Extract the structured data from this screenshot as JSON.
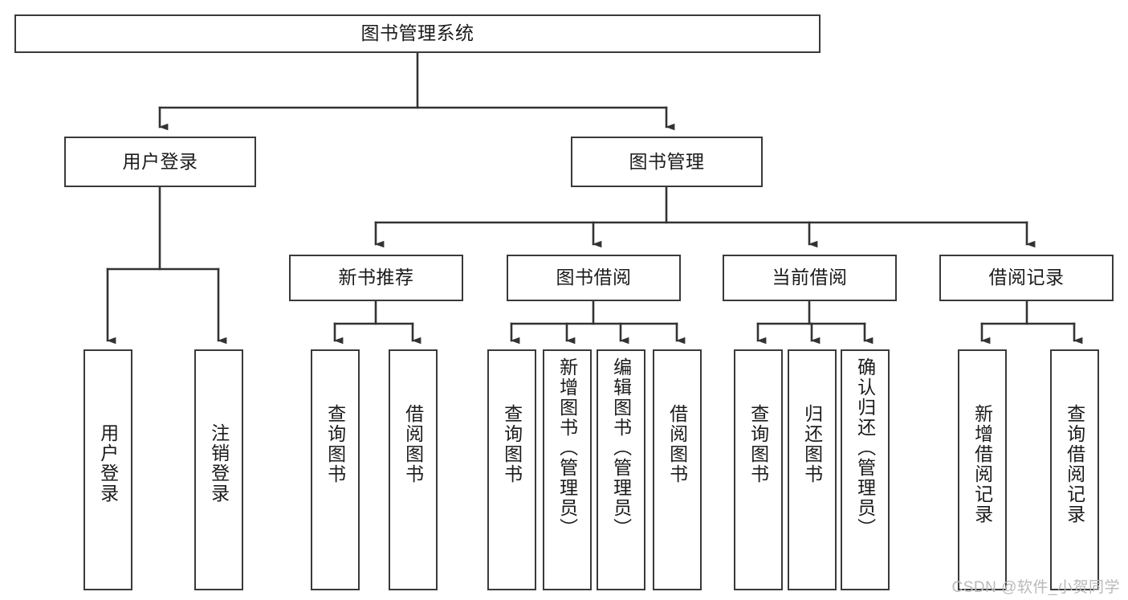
{
  "diagram": {
    "title": "图书管理系统",
    "type": "tree-hierarchy",
    "root": {
      "label": "图书管理系统"
    },
    "level2": [
      {
        "label": "用户登录"
      },
      {
        "label": "图书管理"
      }
    ],
    "level3": [
      {
        "label": "新书推荐"
      },
      {
        "label": "图书借阅"
      },
      {
        "label": "当前借阅"
      },
      {
        "label": "借阅记录"
      }
    ],
    "leaves": {
      "user_login": [
        {
          "label": "用户登录"
        },
        {
          "label": "注销登录"
        }
      ],
      "new_book_recommend": [
        {
          "label": "查询图书"
        },
        {
          "label": "借阅图书"
        }
      ],
      "book_borrow": [
        {
          "label": "查询图书"
        },
        {
          "label": "新增图书（管理员）"
        },
        {
          "label": "编辑图书（管理员）"
        },
        {
          "label": "借阅图书"
        }
      ],
      "current_borrow": [
        {
          "label": "查询图书"
        },
        {
          "label": "归还图书"
        },
        {
          "label": "确认归还（管理员）"
        }
      ],
      "borrow_record": [
        {
          "label": "新增借阅记录"
        },
        {
          "label": "查询借阅记录"
        }
      ]
    },
    "watermark": "CSDN @软件_小贺同学",
    "colors": {
      "box_border": "#3a3a3a",
      "connector": "#333333",
      "background": "#ffffff",
      "text": "#1b1b1b",
      "watermark": "#b9b9b9"
    }
  }
}
